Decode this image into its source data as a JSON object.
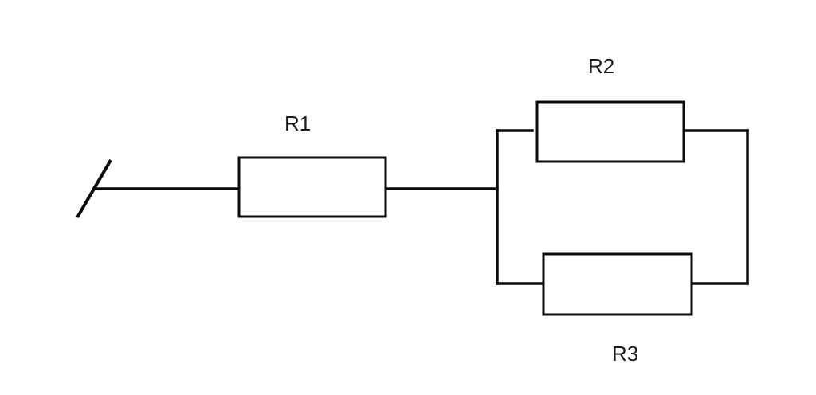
{
  "labels": {
    "r1": "R1",
    "r2": "R2",
    "r3": "R3"
  }
}
